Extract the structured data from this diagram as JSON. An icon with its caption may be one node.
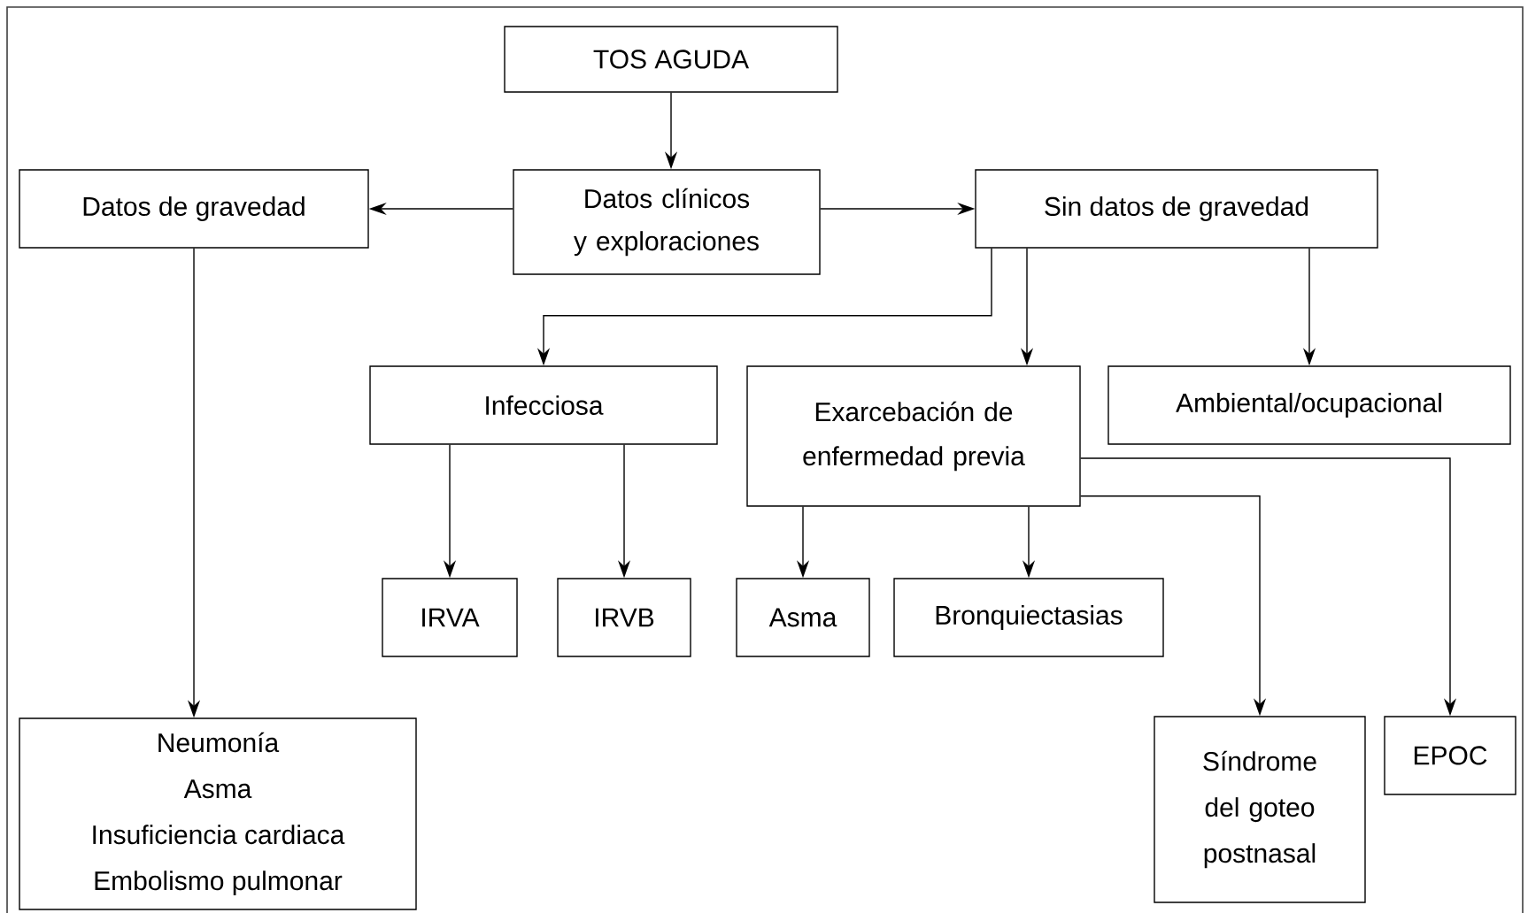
{
  "diagram": {
    "nodes": [
      {
        "text": [
          "TOS AGUDA"
        ]
      },
      {
        "text": [
          "Datos clínicos y exploraciones"
        ]
      },
      {
        "text": [
          "Datos de gravedad"
        ]
      },
      {
        "text": [
          "Sin datos de gravedad"
        ]
      },
      {
        "text": [
          "Infecciosa"
        ]
      },
      {
        "text": [
          "Exarcebación de enfermedad previa"
        ]
      },
      {
        "text": [
          "Ambiental/ocupacional"
        ]
      },
      {
        "text": [
          "IRVA"
        ]
      },
      {
        "text": [
          "IRVB"
        ]
      },
      {
        "text": [
          "Asma"
        ]
      },
      {
        "text": [
          "Bronquiectasias"
        ]
      },
      {
        "text": [
          "Neumonía",
          "Asma",
          "Insuficiencia cardiaca",
          "Embolismo pulmonar"
        ]
      },
      {
        "text": [
          "Síndrome del goteo postnasal"
        ]
      },
      {
        "text": [
          "EPOC"
        ]
      }
    ],
    "edges": [
      {
        "from": 0,
        "to": 1,
        "arrow": "to"
      },
      {
        "from": 1,
        "to": 2,
        "arrow": "to"
      },
      {
        "from": 1,
        "to": 3,
        "arrow": "to"
      },
      {
        "from": 2,
        "to": 11,
        "arrow": "to"
      },
      {
        "from": 3,
        "to": 4,
        "arrow": "to"
      },
      {
        "from": 3,
        "to": 5,
        "arrow": "to"
      },
      {
        "from": 3,
        "to": 6,
        "arrow": "to"
      },
      {
        "from": 4,
        "to": 7,
        "arrow": "to"
      },
      {
        "from": 4,
        "to": 8,
        "arrow": "to"
      },
      {
        "from": 5,
        "to": 9,
        "arrow": "to"
      },
      {
        "from": 5,
        "to": 10,
        "arrow": "to"
      },
      {
        "from": 5,
        "to": 12,
        "arrow": "to"
      },
      {
        "from": 5,
        "to": 13,
        "arrow": "to"
      }
    ]
  }
}
